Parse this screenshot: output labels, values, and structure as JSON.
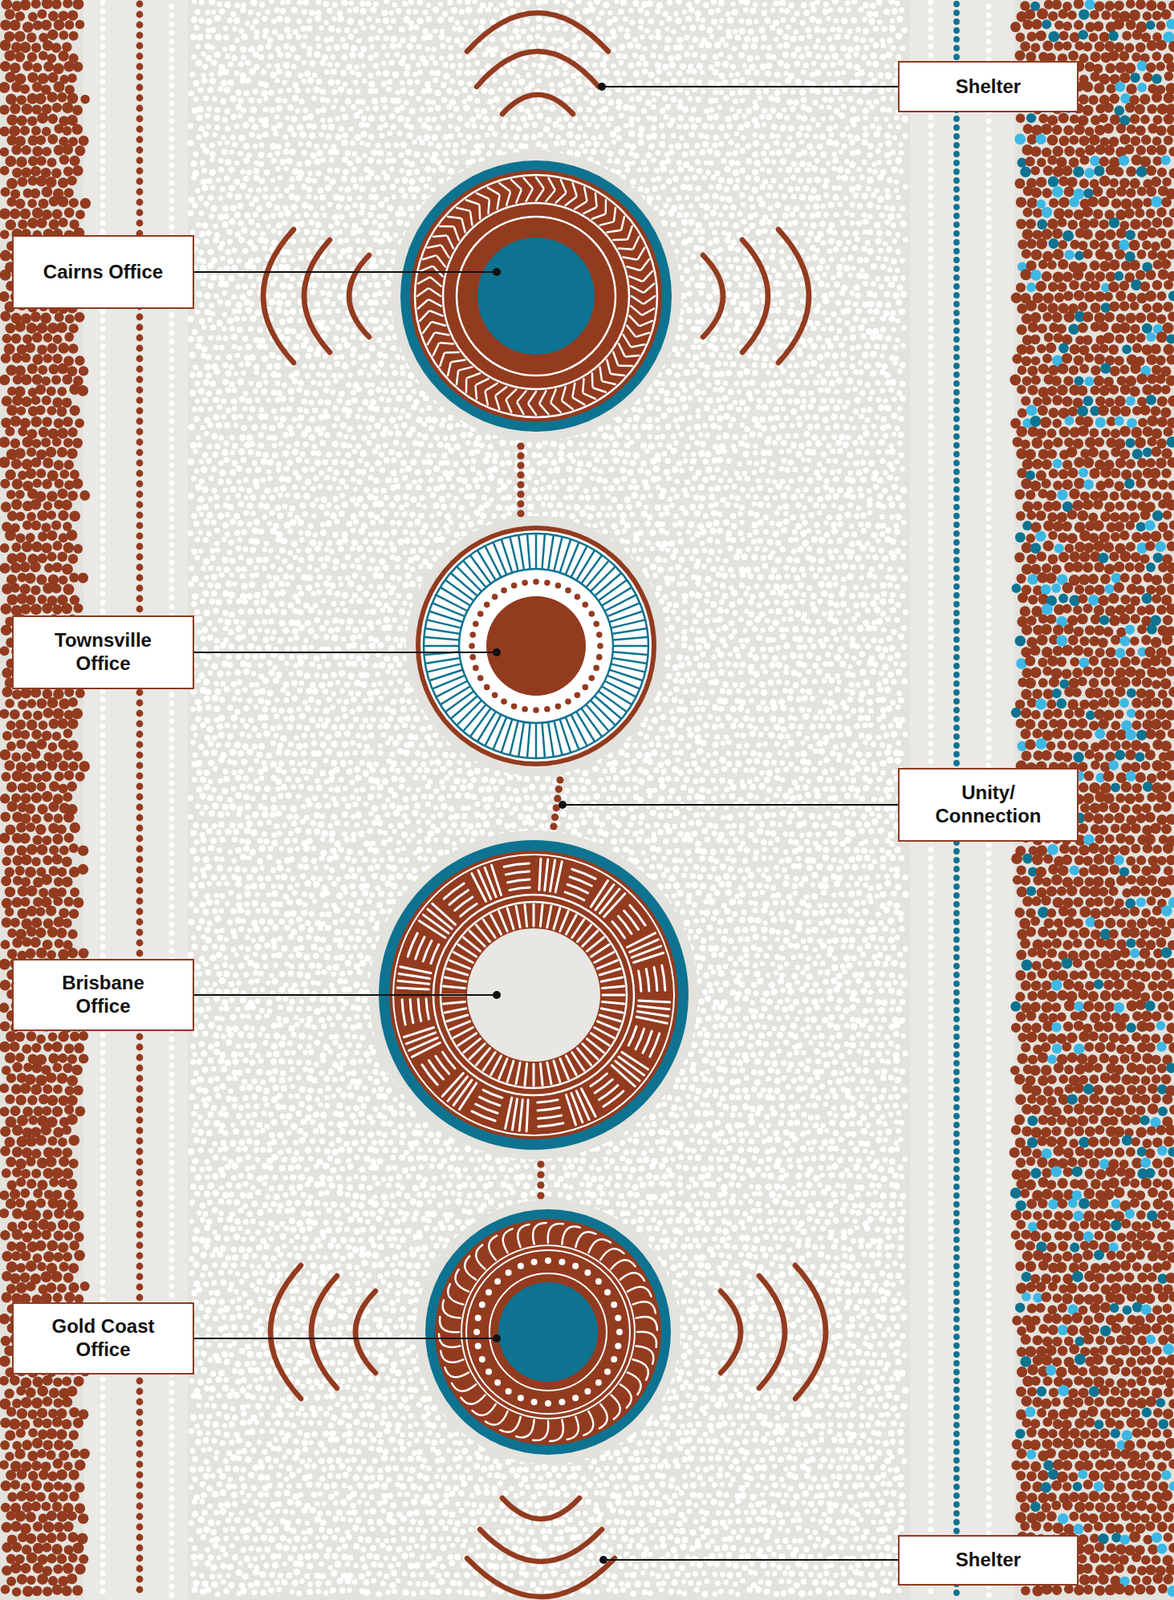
{
  "diagram": {
    "nodes": [
      {
        "text": [
          "Shelter"
        ]
      },
      {
        "text": [
          "Cairns Office"
        ]
      },
      {
        "text": [
          "Townsville Office"
        ]
      },
      {
        "text": [
          "Unity/ Connection"
        ]
      },
      {
        "text": [
          "Brisbane Office"
        ]
      },
      {
        "text": [
          "Gold Coast Office"
        ]
      },
      {
        "text": [
          "Shelter"
        ]
      }
    ]
  }
}
